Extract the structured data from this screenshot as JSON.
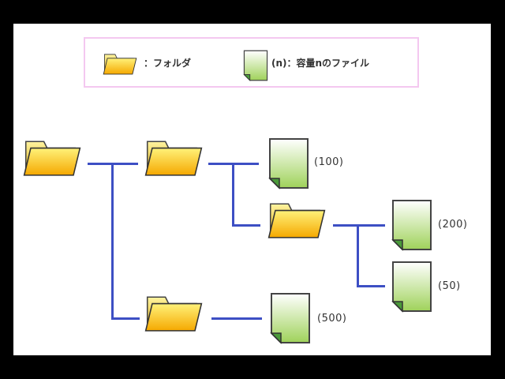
{
  "legend": {
    "folder_label": "：フォルダ",
    "file_label": "(n)：容量nのファイル"
  },
  "tree": {
    "root": {
      "type": "folder"
    },
    "children": [
      {
        "type": "folder",
        "children": [
          {
            "type": "file",
            "size_label": "(100)"
          },
          {
            "type": "folder",
            "children": [
              {
                "type": "file",
                "size_label": "(200)"
              },
              {
                "type": "file",
                "size_label": "(50)"
              }
            ]
          }
        ]
      },
      {
        "type": "folder",
        "children": [
          {
            "type": "file",
            "size_label": "(500)"
          }
        ]
      }
    ]
  },
  "colors": {
    "connector": "#3d4fc4",
    "legend_border": "#f4c8f0",
    "folder": "#f7c21e",
    "file": "#b6dc7c"
  }
}
